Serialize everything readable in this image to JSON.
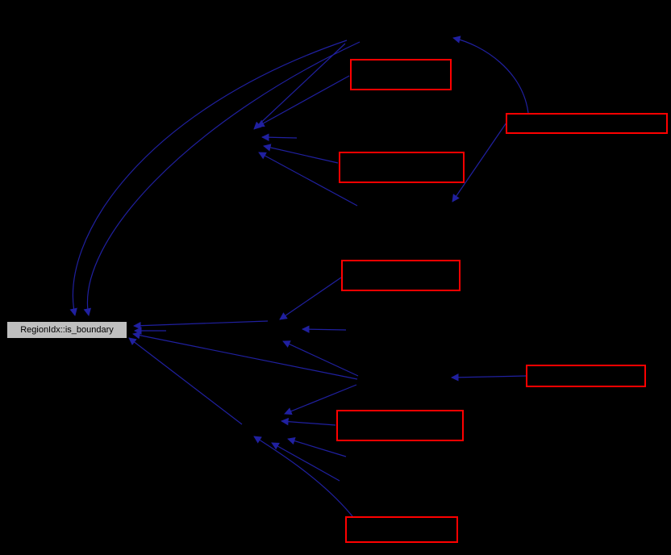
{
  "diagram": {
    "type": "call-graph",
    "main_node": {
      "label": "RegionIdx::is_boundary"
    },
    "red_node_count": 7,
    "colors": {
      "background": "#000000",
      "edge": "#2020a0",
      "red_node_border": "#ff0000",
      "main_node_fill": "#bfbfbf",
      "main_node_text": "#000000"
    }
  }
}
